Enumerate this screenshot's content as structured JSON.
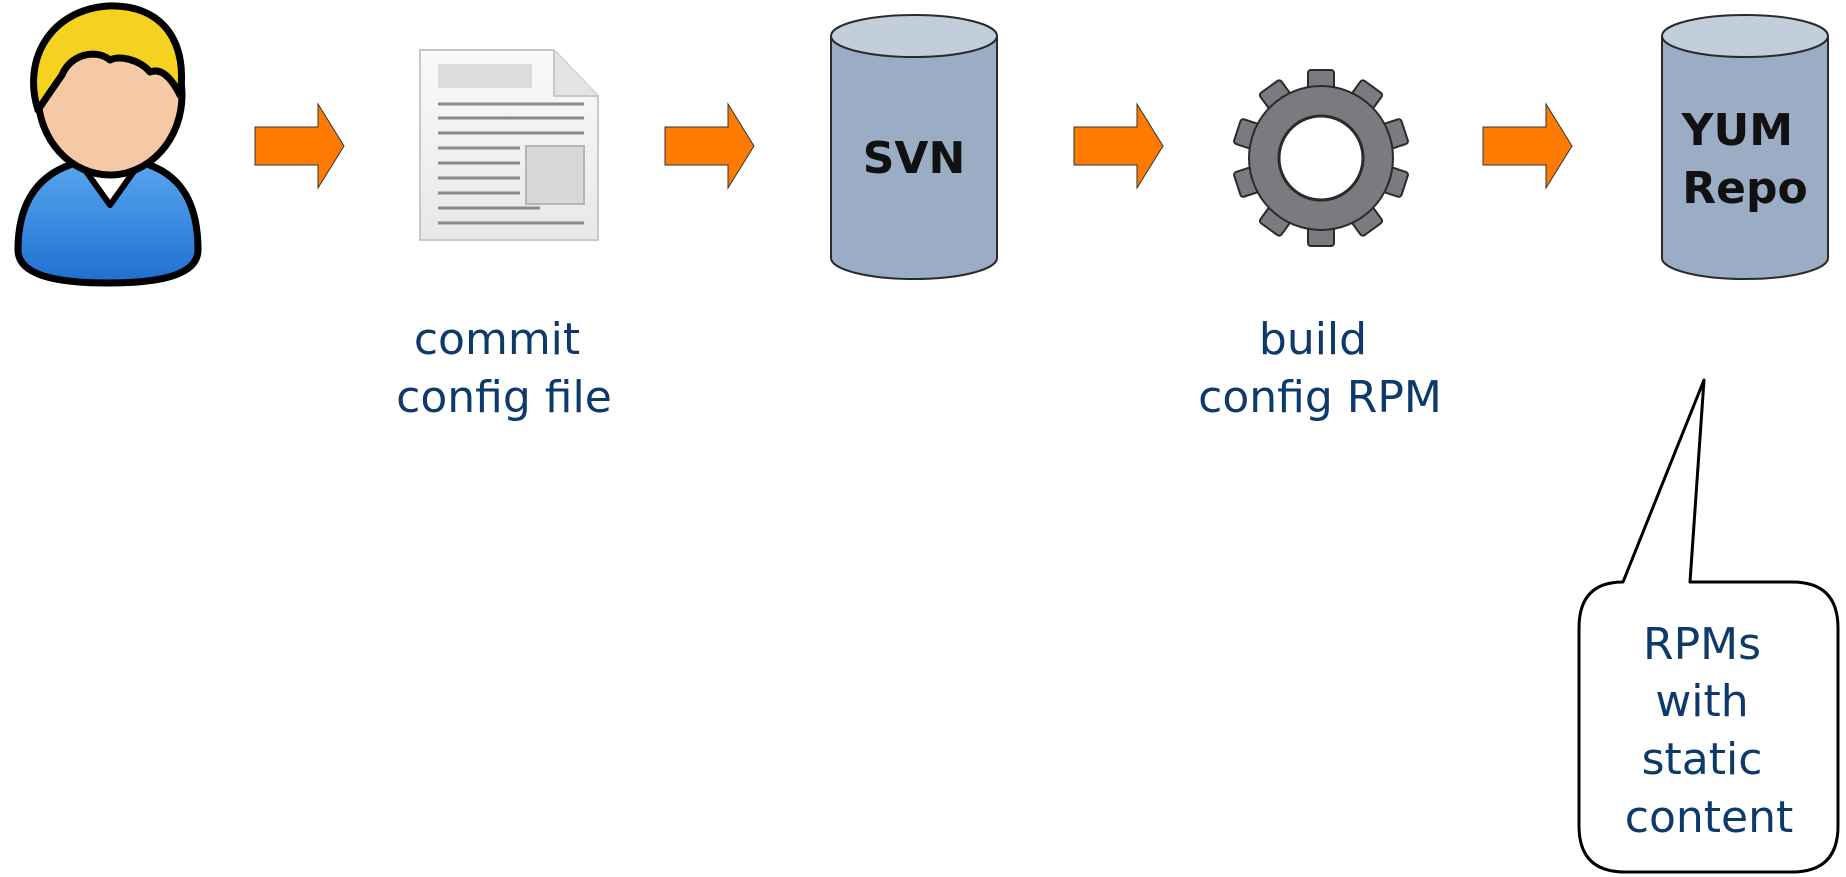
{
  "diagram": {
    "steps": [
      {
        "id": "user",
        "icon": "user-icon"
      },
      {
        "id": "config-file",
        "icon": "document-icon",
        "caption": [
          "commit",
          "config file"
        ]
      },
      {
        "id": "svn",
        "icon": "database-icon",
        "label": [
          "SVN"
        ]
      },
      {
        "id": "build",
        "icon": "gear-icon",
        "caption": [
          "build",
          "config RPM"
        ]
      },
      {
        "id": "yum-repo",
        "icon": "database-icon",
        "label": [
          "YUM",
          "Repo"
        ]
      }
    ],
    "callout": {
      "lines": [
        "RPMs",
        "with",
        "static",
        "content"
      ]
    }
  },
  "colors": {
    "arrow": "#ff7a00",
    "database": "#9aadc4",
    "database_top": "#c2cfdb",
    "gear": "#7a7a80",
    "caption_text": "#0d3a6b",
    "user_hair": "#f5d21f",
    "user_shirt": "#2f86e0",
    "user_skin": "#f6c9a6"
  }
}
